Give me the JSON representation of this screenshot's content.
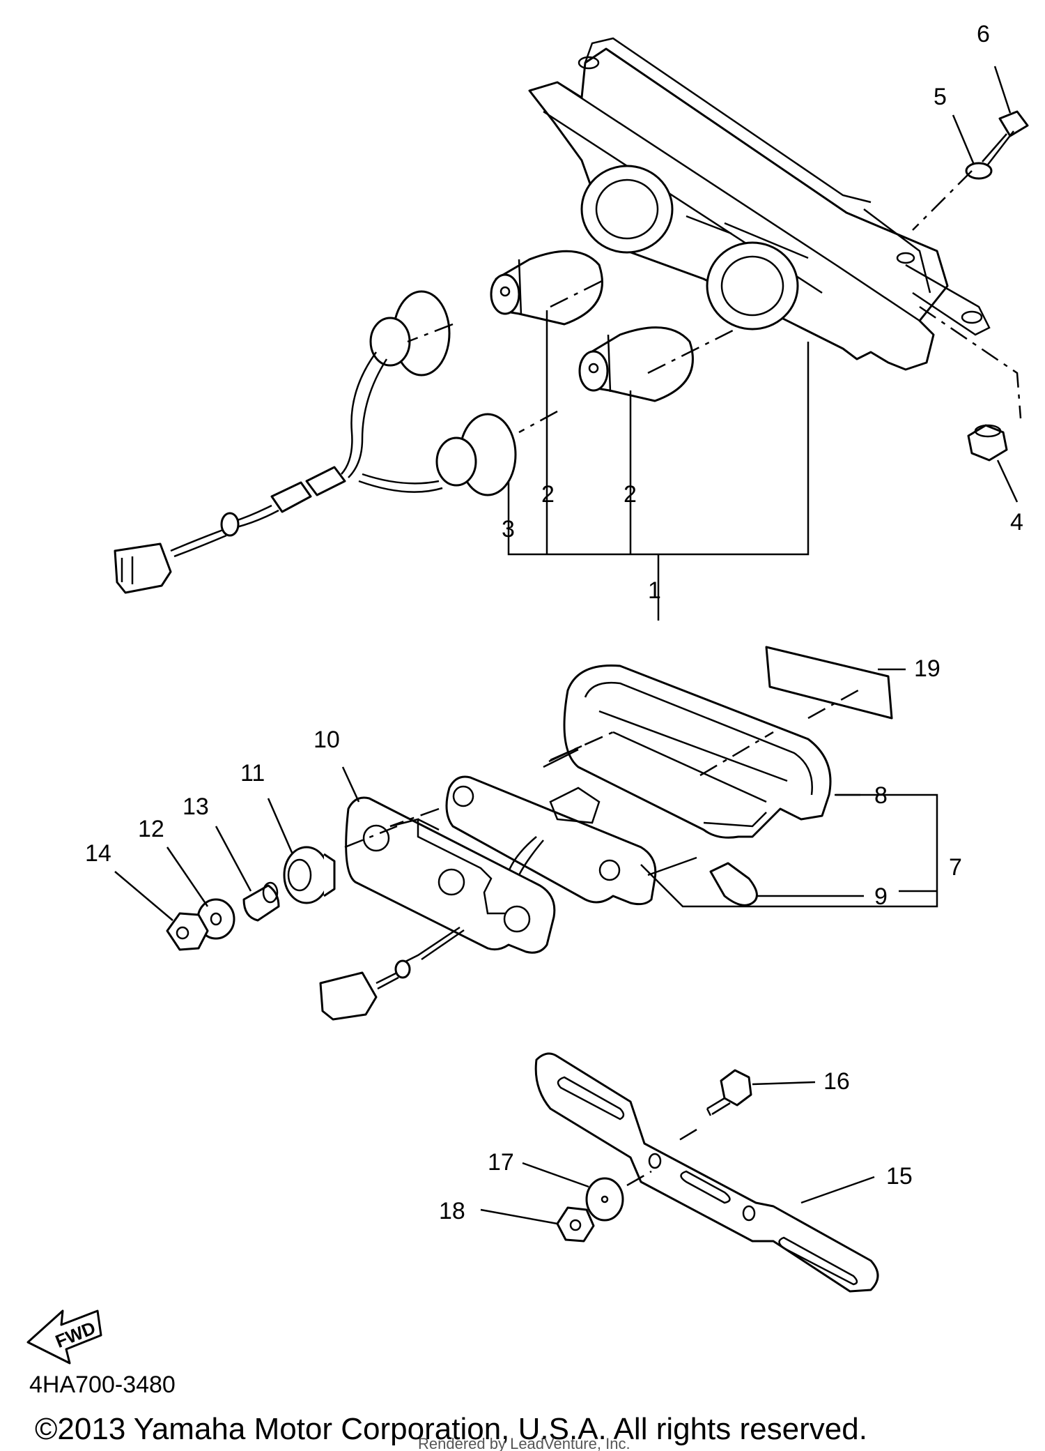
{
  "diagram": {
    "callouts": [
      {
        "id": "c1",
        "label": "1"
      },
      {
        "id": "c2a",
        "label": "2"
      },
      {
        "id": "c2b",
        "label": "2"
      },
      {
        "id": "c3",
        "label": "3"
      },
      {
        "id": "c4",
        "label": "4"
      },
      {
        "id": "c5",
        "label": "5"
      },
      {
        "id": "c6",
        "label": "6"
      },
      {
        "id": "c7",
        "label": "7"
      },
      {
        "id": "c8",
        "label": "8"
      },
      {
        "id": "c9",
        "label": "9"
      },
      {
        "id": "c10",
        "label": "10"
      },
      {
        "id": "c11",
        "label": "11"
      },
      {
        "id": "c12",
        "label": "12"
      },
      {
        "id": "c13",
        "label": "13"
      },
      {
        "id": "c14",
        "label": "14"
      },
      {
        "id": "c15",
        "label": "15"
      },
      {
        "id": "c16",
        "label": "16"
      },
      {
        "id": "c17",
        "label": "17"
      },
      {
        "id": "c18",
        "label": "18"
      },
      {
        "id": "c19",
        "label": "19"
      }
    ],
    "fwd_label": "FWD",
    "diagram_code": "4HA700-3480",
    "copyright": "©2013 Yamaha Motor Corporation, U.S.A. All rights reserved.",
    "render_credit": "Rendered by LeadVenture, Inc."
  }
}
